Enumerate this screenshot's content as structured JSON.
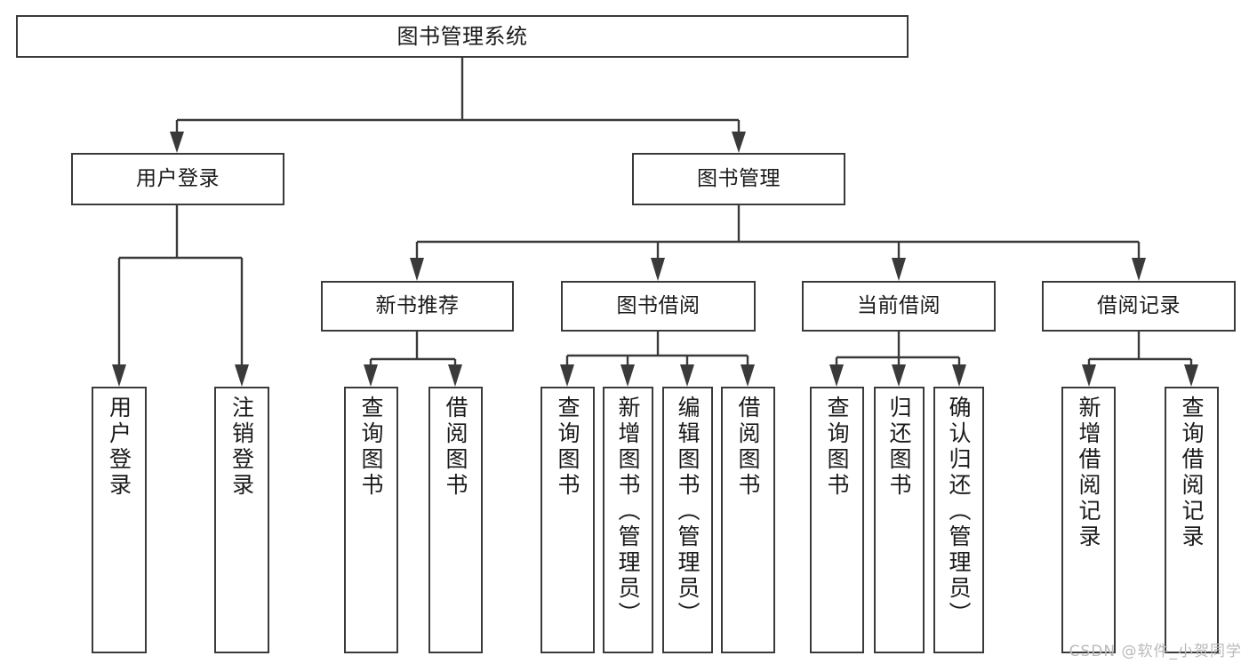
{
  "diagram": {
    "type": "tree-hierarchy-chart",
    "title": "图书管理系统",
    "orientation": "top-down",
    "leaf_text_orientation": "vertical",
    "colors": {
      "background": "#ffffff",
      "box_border": "#3a3a3a",
      "box_fill": "#ffffff",
      "connector": "#3a3a3a",
      "text": "#1a1a1a",
      "watermark": "#b9b9b9"
    },
    "nodes": {
      "root": "图书管理系统",
      "level2": {
        "user_login": "用户登录",
        "book_manage": "图书管理"
      },
      "level3": {
        "new_book_recommend": "新书推荐",
        "book_borrow": "图书借阅",
        "current_borrow": "当前借阅",
        "borrow_record": "借阅记录"
      },
      "leaves": {
        "user_login_1": "用户登录",
        "user_login_2": "注销登录",
        "recommend_1": "查询图书",
        "recommend_2": "借阅图书",
        "borrow_1": "查询图书",
        "borrow_2": "新增图书（管理员）",
        "borrow_3": "编辑图书（管理员）",
        "borrow_4": "借阅图书",
        "current_1": "查询图书",
        "current_2": "归还图书",
        "current_3": "确认归还（管理员）",
        "record_1": "新增借阅记录",
        "record_2": "查询借阅记录"
      }
    }
  },
  "watermark": {
    "text": "CSDN @软件_小贺同学"
  }
}
